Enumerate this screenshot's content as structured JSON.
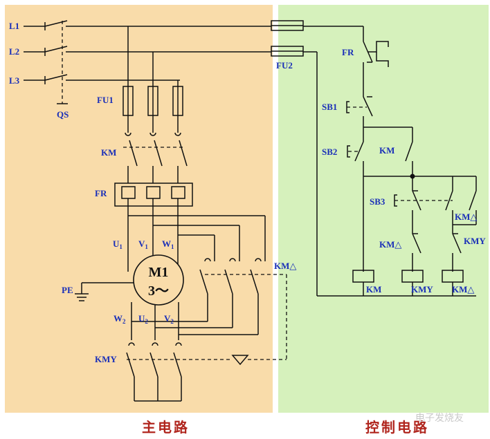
{
  "regions": {
    "main_title": "主电路",
    "control_title": "控制电路",
    "main_color": "#f9dcaa",
    "control_color": "#d6f1bc"
  },
  "labels": {
    "L1": "L1",
    "L2": "L2",
    "L3": "L3",
    "QS": "QS",
    "FU1": "FU1",
    "KM": "KM",
    "FR": "FR",
    "U1": "U",
    "V1": "V",
    "W1": "W",
    "sub1": "1",
    "M1": "M1",
    "M1_phase": "3～",
    "PE": "PE",
    "W2": "W",
    "U2": "U",
    "V2": "V",
    "sub2": "2",
    "KMY": "KMY",
    "KMD": "KM△",
    "FU2": "FU2",
    "FR_nc": "FR",
    "SB1": "SB1",
    "SB2": "SB2",
    "KM_hold": "KM",
    "SB3": "SB3",
    "KMY_nc": "KM△",
    "KMD_hold": "KM△",
    "KMY_contact": "KMY",
    "coil_KM": "KM",
    "coil_KMY": "KMY",
    "coil_KMD": "KM△"
  },
  "watermark": "电子发烧友"
}
